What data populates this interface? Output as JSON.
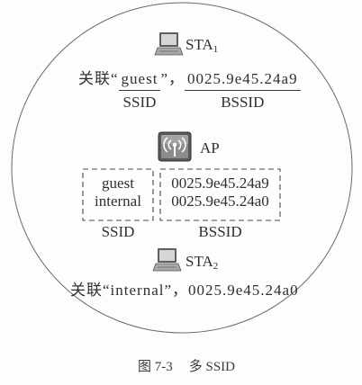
{
  "figure": {
    "station_1": {
      "name": "STA",
      "subscript": "1"
    },
    "association_1": {
      "prefix": "关联",
      "open_quote": "“",
      "ssid": "guest",
      "close_quote_comma": "”，",
      "bssid": "0025.9e45.24a9",
      "ssid_label": "SSID",
      "bssid_label": "BSSID"
    },
    "access_point": {
      "label": "AP"
    },
    "ssid_box": {
      "items": [
        "guest",
        "internal"
      ],
      "label": "SSID"
    },
    "bssid_box": {
      "items": [
        "0025.9e45.24a9",
        "0025.9e45.24a0"
      ],
      "label": "BSSID"
    },
    "station_2": {
      "name": "STA",
      "subscript": "2"
    },
    "association_2": {
      "text": "关联“internal”，0025.9e45.24a0"
    }
  },
  "caption": {
    "number": "图 7-3",
    "title": "多 SSID"
  },
  "icons": {
    "station": "laptop-icon",
    "access_point": "wireless-ap-icon"
  },
  "colors": {
    "stroke": "#5a5a5a",
    "text": "#2f2f2f",
    "background": "#fdfdfd"
  }
}
